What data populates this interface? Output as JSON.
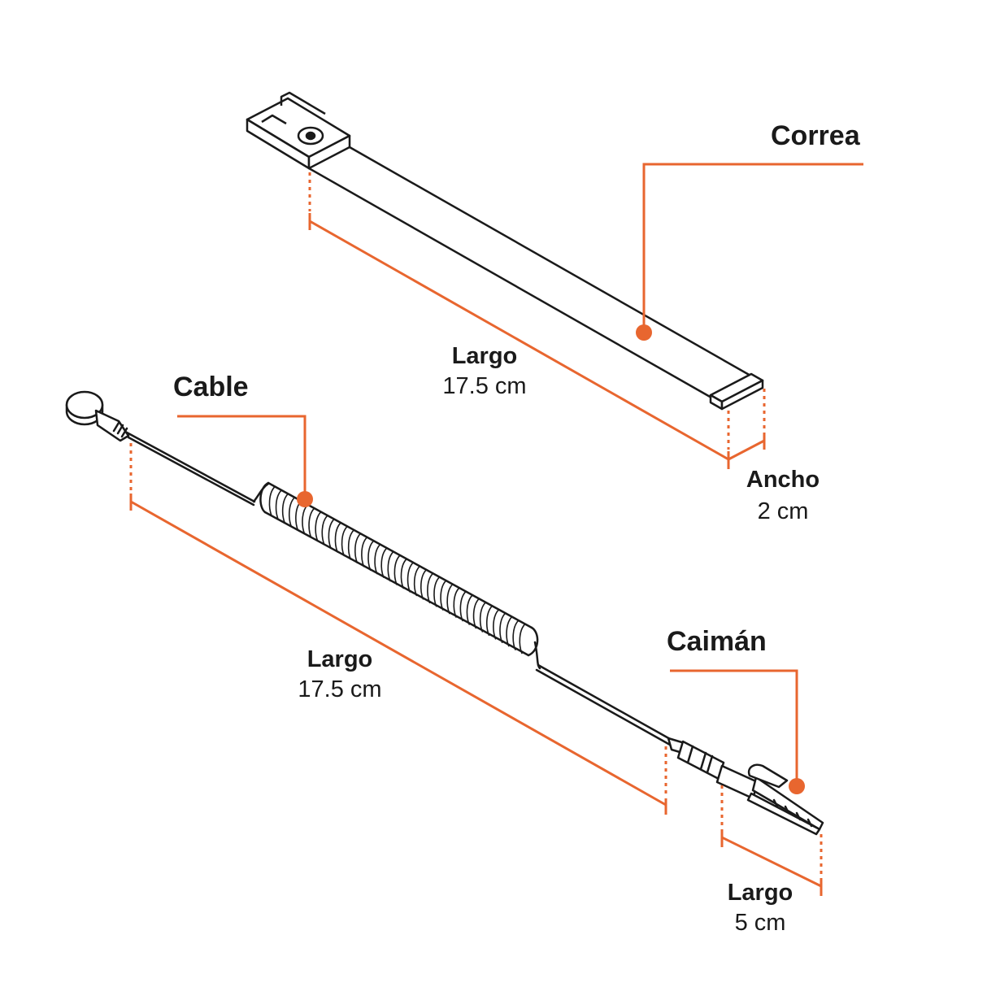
{
  "colors": {
    "accent": "#e8662f",
    "ink": "#1a1a1a",
    "background": "#ffffff"
  },
  "labels": {
    "correa": "Correa",
    "correa_largo_title": "Largo",
    "correa_largo_value": "17.5 cm",
    "ancho_title": "Ancho",
    "ancho_value": "2 cm",
    "cable": "Cable",
    "cable_largo_title": "Largo",
    "cable_largo_value": "17.5 cm",
    "caiman": "Caimán",
    "caiman_largo_title": "Largo",
    "caiman_largo_value": "5 cm"
  }
}
